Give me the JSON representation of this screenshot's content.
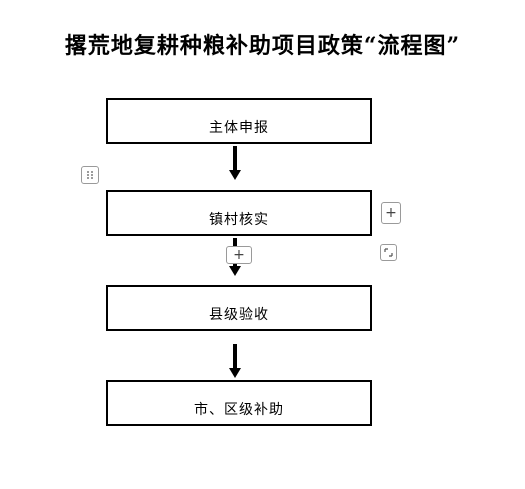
{
  "document": {
    "title": "撂荒地复耕种粮补助项目政策“流程图”"
  },
  "flowchart": {
    "steps": [
      {
        "label": "主体申报"
      },
      {
        "label": "镇村核实"
      },
      {
        "label": "县级验收"
      },
      {
        "label": "市、区级补助"
      }
    ]
  },
  "editor_controls": {
    "drag_handle_icon": "drag-handle-icon",
    "add_button_symbol": "+",
    "add_below_button_symbol": "+",
    "resize_handle_icon": "corner-resize-icon"
  }
}
